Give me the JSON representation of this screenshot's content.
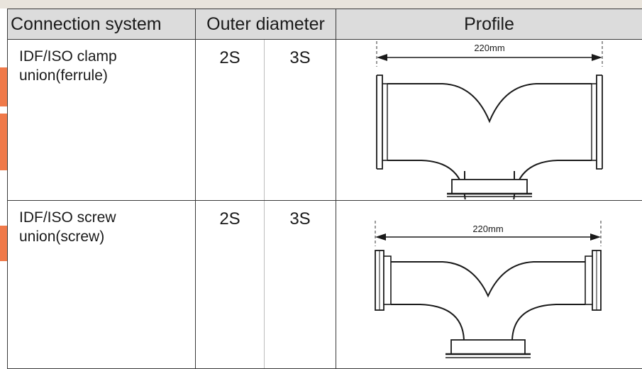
{
  "header": {
    "connection_system": "Connection system",
    "outer_diameter": "Outer diameter",
    "profile": "Profile"
  },
  "rows": [
    {
      "name_line1": "IDF/ISO clamp",
      "name_line2": "union(ferrule)",
      "od_a": "2S",
      "od_b": "3S",
      "dimension": "220mm"
    },
    {
      "name_line1": "IDF/ISO screw",
      "name_line2": "union(screw)",
      "od_a": "2S",
      "od_b": "3S",
      "dimension": "220mm"
    }
  ],
  "colors": {
    "accent_stripe": "#f07a4a",
    "header_bg": "#dcdcdc",
    "line": "#1a1a1a"
  }
}
